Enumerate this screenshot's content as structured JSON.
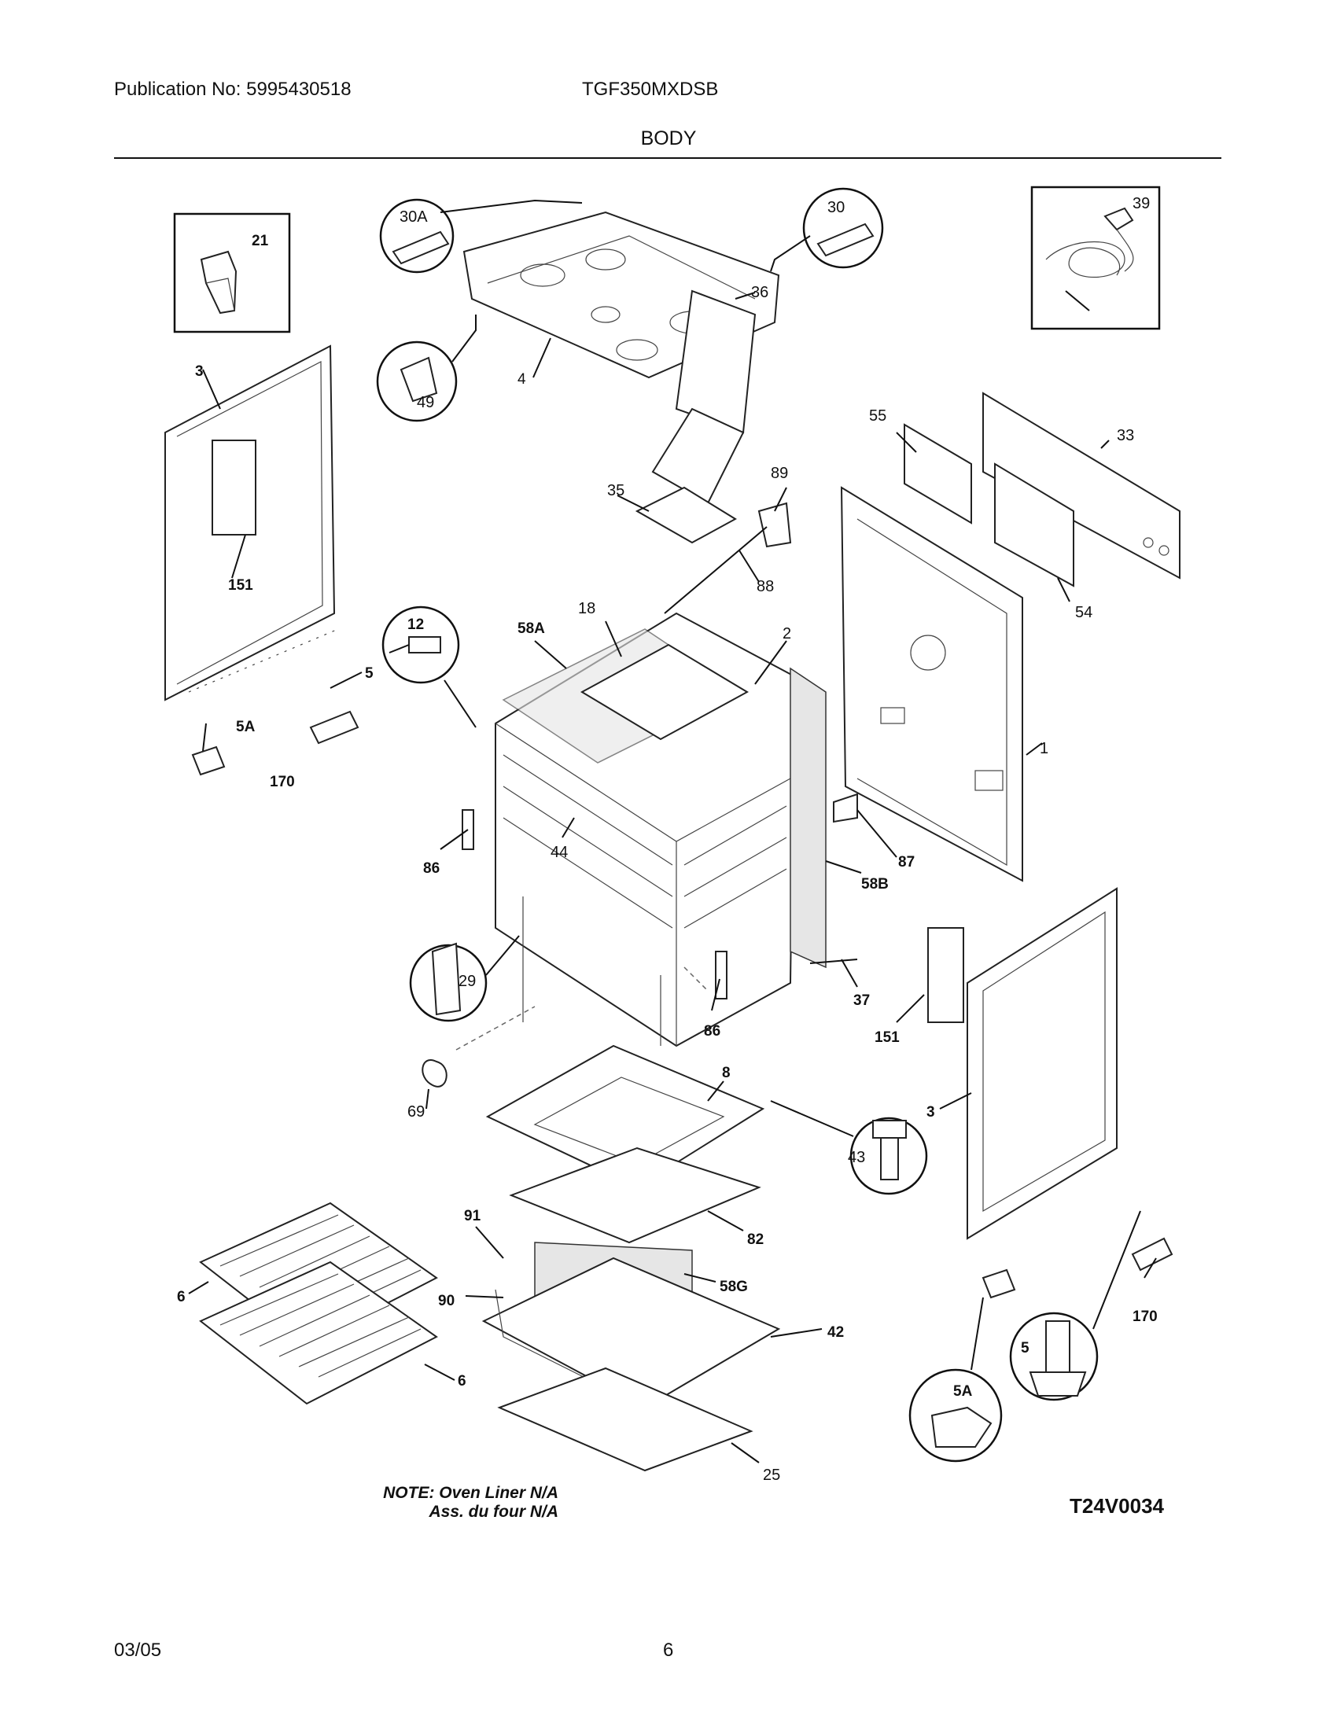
{
  "header": {
    "publication": "Publication No: 5995430518",
    "model": "TGF350MXDSB",
    "section_title": "BODY"
  },
  "callouts": {
    "c1": "1",
    "c2": "2",
    "c3a": "3",
    "c3b": "3",
    "c4": "4",
    "c5a": "5",
    "c5b": "5",
    "c5Aa": "5A",
    "c5Ab": "5A",
    "c6a": "6",
    "c6b": "6",
    "c8": "8",
    "c12": "12",
    "c18": "18",
    "c21": "21",
    "c25": "25",
    "c29": "29",
    "c30": "30",
    "c30A": "30A",
    "c33": "33",
    "c35": "35",
    "c36": "36",
    "c37": "37",
    "c39": "39",
    "c42": "42",
    "c43": "43",
    "c44": "44",
    "c49": "49",
    "c54": "54",
    "c55": "55",
    "c58A": "58A",
    "c58B": "58B",
    "c58G": "58G",
    "c69": "69",
    "c82": "82",
    "c86a": "86",
    "c86b": "86",
    "c87": "87",
    "c88": "88",
    "c89": "89",
    "c90": "90",
    "c91": "91",
    "c151a": "151",
    "c151b": "151",
    "c170a": "170",
    "c170b": "170"
  },
  "note": {
    "line1": "NOTE: Oven Liner N/A",
    "line2": "Ass. du four N/A"
  },
  "diagram_code": "T24V0034",
  "footer": {
    "date": "03/05",
    "page": "6"
  }
}
